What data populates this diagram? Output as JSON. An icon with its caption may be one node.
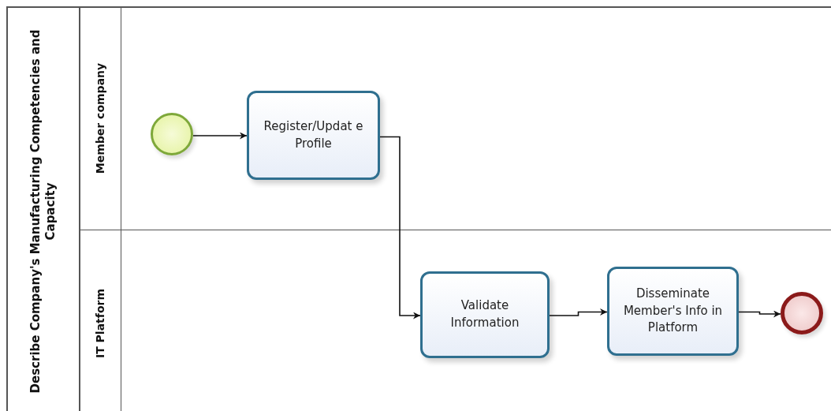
{
  "diagram": {
    "nodes": [
      {
        "text": [
          "Describe Company's Manufacturing Competencies and Capacity"
        ]
      },
      {
        "text": [
          "Member company"
        ],
        "in": 0
      },
      {
        "text": [
          "IT Platform"
        ],
        "in": 0
      },
      {
        "text": [],
        "shape": "circle",
        "in": 1
      },
      {
        "text": [
          "Register/Updat e Profile"
        ],
        "in": 1
      },
      {
        "text": [
          "Validate Information"
        ],
        "in": 2
      },
      {
        "text": [
          "Disseminate Member's Info in Platform"
        ],
        "in": 2
      },
      {
        "text": [],
        "shape": "circle",
        "in": 2
      }
    ],
    "edges": [
      {
        "from": 3,
        "to": 4,
        "arrow": "to"
      },
      {
        "from": 4,
        "to": 5,
        "arrow": "to"
      },
      {
        "from": 5,
        "to": 6,
        "arrow": "to"
      },
      {
        "from": 6,
        "to": 7,
        "arrow": "to"
      }
    ]
  }
}
